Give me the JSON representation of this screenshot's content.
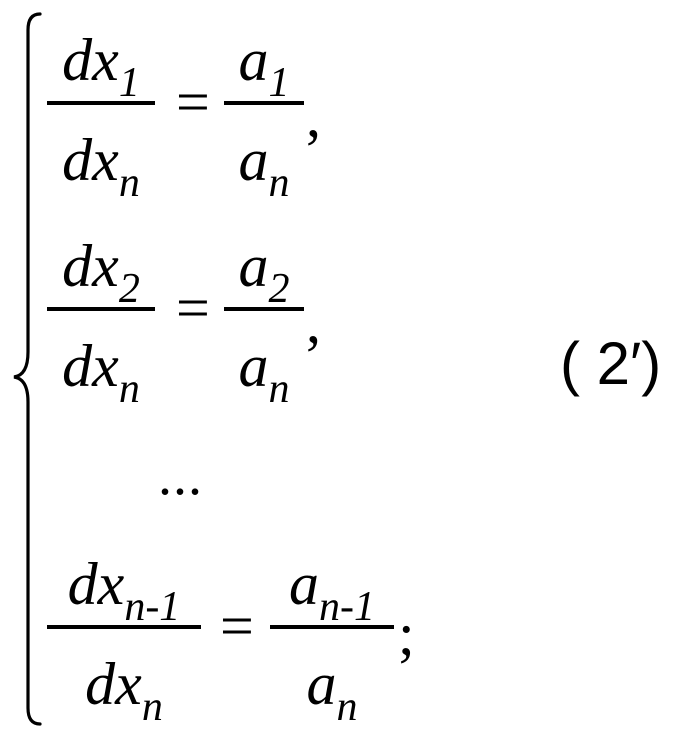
{
  "system": {
    "equations": [
      {
        "lhs": {
          "num_base": "dx",
          "num_sub": "1",
          "den_base": "dx",
          "den_sub": "n"
        },
        "op": "=",
        "rhs": {
          "num_base": "a",
          "num_sub": "1",
          "den_base": "a",
          "den_sub": "n"
        },
        "punct": ","
      },
      {
        "lhs": {
          "num_base": "dx",
          "num_sub": "2",
          "den_base": "dx",
          "den_sub": "n"
        },
        "op": "=",
        "rhs": {
          "num_base": "a",
          "num_sub": "2",
          "den_base": "a",
          "den_sub": "n"
        },
        "punct": ","
      },
      {
        "lhs": {
          "num_base": "dx",
          "num_sub": "n-1",
          "den_base": "dx",
          "den_sub": "n"
        },
        "op": "=",
        "rhs": {
          "num_base": "a",
          "num_sub": "n-1",
          "den_base": "a",
          "den_sub": "n"
        },
        "punct": ";"
      }
    ],
    "ellipsis": "...",
    "tag": "( 2′)"
  }
}
